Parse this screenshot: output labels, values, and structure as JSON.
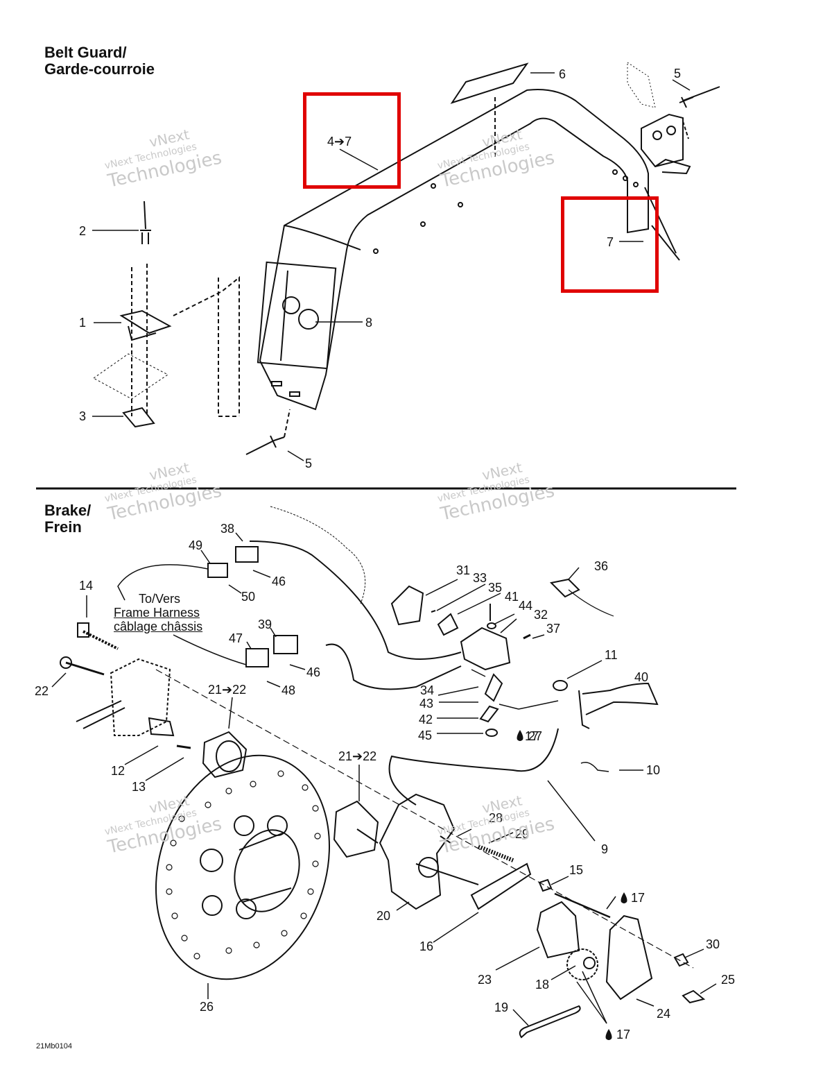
{
  "sections": {
    "belt_guard_title_line1": "Belt Guard/",
    "belt_guard_title_line2": "Garde-courroie",
    "brake_title_line1": "Brake/",
    "brake_title_line2": "Frein"
  },
  "annotation": {
    "to": "To/Vers",
    "frame_harness": "Frame Harness",
    "cablage": "câblage châssis"
  },
  "callouts_top": [
    "1",
    "2",
    "3",
    "4➔7",
    "5",
    "5",
    "6",
    "7",
    "8"
  ],
  "callouts_bottom": [
    "9",
    "10",
    "11",
    "12",
    "13",
    "14",
    "15",
    "16",
    "17",
    "17",
    "17",
    "18",
    "19",
    "20",
    "21➔22",
    "21➔22",
    "22",
    "23",
    "24",
    "25",
    "26",
    "27",
    "28",
    "29",
    "30",
    "31",
    "32",
    "33",
    "34",
    "35",
    "36",
    "37",
    "38",
    "39",
    "40",
    "41",
    "42",
    "43",
    "44",
    "45",
    "46",
    "46",
    "47",
    "48",
    "49",
    "50"
  ],
  "watermark": {
    "line1": "vNext",
    "line2": "vNext Technologies",
    "line3": "Technologies"
  },
  "drawing_code": "21Mb0104",
  "highlight_color": "#e00000"
}
